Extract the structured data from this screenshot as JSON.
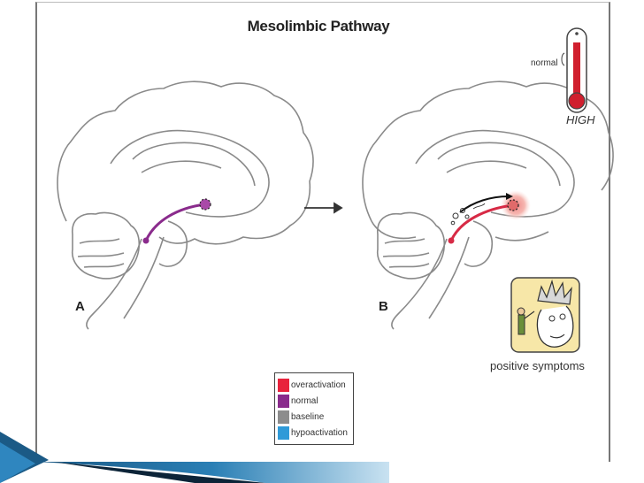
{
  "title": "Mesolimbic Pathway",
  "panels": [
    {
      "label": "A"
    },
    {
      "label": "B"
    }
  ],
  "thermometer": {
    "normal_label": "normal",
    "level_label": "HIGH"
  },
  "positive_symptoms_label": "positive symptoms",
  "legend": [
    {
      "label": "overactivation",
      "color": "#e8233c"
    },
    {
      "label": "normal",
      "color": "#8a2b8c"
    },
    {
      "label": "baseline",
      "color": "#8c8c8c"
    },
    {
      "label": "hypoactivation",
      "color": "#2f9ad8"
    }
  ],
  "colors": {
    "pathway_normal": "#8a2b8c",
    "pathway_overactive": "#d72a45",
    "brain_outline": "#7a7a7a",
    "accent": "#1f5f8b"
  }
}
